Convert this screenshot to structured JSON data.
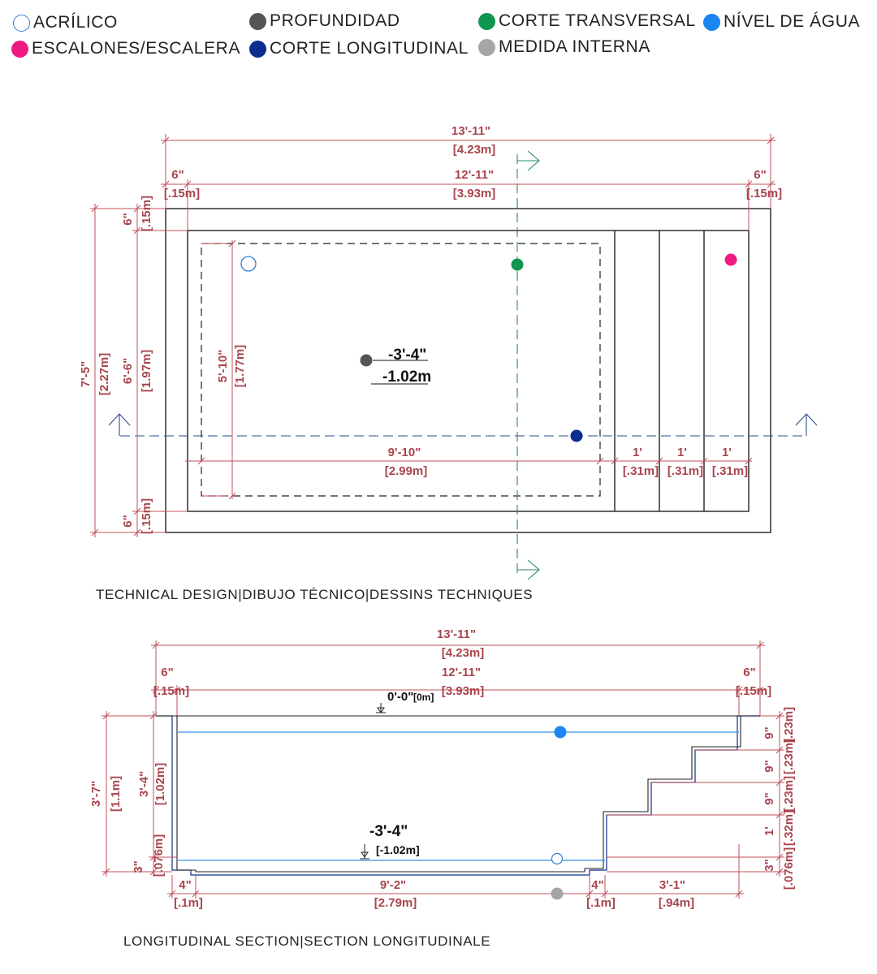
{
  "legend": {
    "acrilico": {
      "label": "ACRÍLICO",
      "color": "#2f7fd6"
    },
    "escalones": {
      "label": "ESCALONES/ESCALERA",
      "color": "#ee1a82"
    },
    "profundidad": {
      "label": "PROFUNDIDAD",
      "color": "#555555"
    },
    "corte_longitudinal": {
      "label": "CORTE LONGITUDINAL",
      "color": "#0a2d8f"
    },
    "corte_transversal": {
      "label": "CORTE TRANSVERSAL",
      "color": "#0f9650"
    },
    "medida_interna": {
      "label": "MEDIDA INTERNA",
      "color": "#a6a6a6"
    },
    "nivel_agua": {
      "label": "NÍVEL DE ÁGUA",
      "color": "#1a86f0"
    }
  },
  "plan": {
    "caption": "TECHNICAL DESIGN|DIBUJO TÉCNICO|DESSINS TECHNIQUES",
    "overall_len": {
      "imp": "13'-11\"",
      "met": "[4.23m]"
    },
    "inner_len": {
      "imp": "12'-11\"",
      "met": "[3.93m]"
    },
    "left_wall": {
      "imp": "6\"",
      "met": "[.15m]"
    },
    "right_wall": {
      "imp": "6\"",
      "met": "[.15m]"
    },
    "overall_width": {
      "imp": "7'-5\"",
      "met": "[2.27m]"
    },
    "inner_width": {
      "imp": "6'-6\"",
      "met": "[1.97m]"
    },
    "top_wall": {
      "imp": "6\"",
      "met": "[.15m]"
    },
    "bottom_wall": {
      "imp": "6\"",
      "met": "[.15m]"
    },
    "floor_width": {
      "imp": "5'-10\"",
      "met": "[1.77m]"
    },
    "floor_len": {
      "imp": "9'-10\"",
      "met": "[2.99m]"
    },
    "steps": [
      {
        "imp": "1'",
        "met": "[.31m]"
      },
      {
        "imp": "1'",
        "met": "[.31m]"
      },
      {
        "imp": "1'",
        "met": "[.31m]"
      }
    ],
    "depth": {
      "imp": "-3'-4\"",
      "met": "-1.02m"
    }
  },
  "section": {
    "caption": "LONGITUDINAL SECTION|SECTION LONGITUDINALE",
    "overall_len": {
      "imp": "13'-11\"",
      "met": "[4.23m]"
    },
    "inner_len": {
      "imp": "12'-11\"",
      "met": "[3.93m]"
    },
    "left_wall": {
      "imp": "6\"",
      "met": "[.15m]"
    },
    "right_wall": {
      "imp": "6\"",
      "met": "[.15m]"
    },
    "top_level": {
      "imp": "0'-0\"",
      "met": "[0m]"
    },
    "bottom_level": {
      "imp": "-3'-4\"",
      "met": "[-1.02m]"
    },
    "total_height": {
      "imp": "3'-7\"",
      "met": "[1.1m]"
    },
    "inner_height": {
      "imp": "3'-4\"",
      "met": "[1.02m]"
    },
    "floor_thk": {
      "imp": "3\"",
      "met": "[.076m]"
    },
    "left_foot": {
      "imp": "4\"",
      "met": "[.1m]"
    },
    "floor_len": {
      "imp": "9'-2\"",
      "met": "[2.79m]"
    },
    "step_foot": {
      "imp": "4\"",
      "met": "[.1m]"
    },
    "stair_run": {
      "imp": "3'-1\"",
      "met": "[.94m]"
    },
    "risers": [
      {
        "imp": "9\"",
        "met": "[.23m]"
      },
      {
        "imp": "9\"",
        "met": "[.23m]"
      },
      {
        "imp": "9\"",
        "met": "[.23m]"
      },
      {
        "imp": "1'",
        "met": "[.32m]"
      },
      {
        "imp": "3\"",
        "met": "[.076m]"
      }
    ]
  }
}
